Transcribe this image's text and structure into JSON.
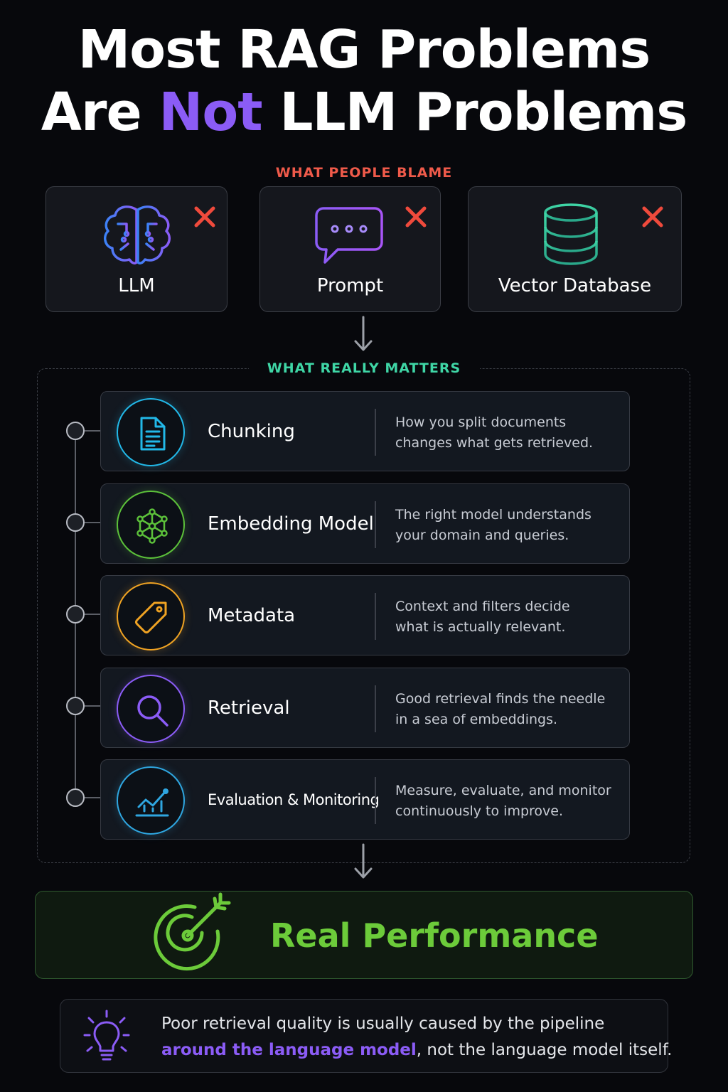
{
  "title": {
    "line1": "Most RAG Problems",
    "line2_before": "Are ",
    "line2_accent": "Not",
    "line2_after": " LLM Problems"
  },
  "blame": {
    "label": "WHAT PEOPLE BLAME",
    "label_color": "#ef5a4a",
    "items": [
      {
        "label": "LLM",
        "icon": "brain-icon"
      },
      {
        "label": "Prompt",
        "icon": "chat-bubble-icon"
      },
      {
        "label": "Vector Database",
        "icon": "database-icon"
      }
    ]
  },
  "matters": {
    "label": "WHAT REALLY MATTERS",
    "label_color": "#3fd6a6",
    "steps": [
      {
        "name": "Chunking",
        "desc1": "How you split documents",
        "desc2": "changes what gets retrieved.",
        "icon": "document-icon",
        "color": "#22b8e8"
      },
      {
        "name": "Embedding Model",
        "desc1": "The right model understands",
        "desc2": "your domain and queries.",
        "icon": "network-icon",
        "color": "#5cc13a"
      },
      {
        "name": "Metadata",
        "desc1": "Context and filters decide",
        "desc2": "what is actually relevant.",
        "icon": "tag-icon",
        "color": "#f0a323"
      },
      {
        "name": "Retrieval",
        "desc1": "Good retrieval finds the needle",
        "desc2": "in a sea of embeddings.",
        "icon": "search-icon",
        "color": "#8b5cf6"
      },
      {
        "name": "Evaluation & Monitoring",
        "desc1": "Measure, evaluate, and monitor",
        "desc2": "continuously to improve.",
        "icon": "chart-trend-icon",
        "color": "#2fa6e0"
      }
    ]
  },
  "performance": {
    "label": "Real Performance",
    "icon": "target-icon",
    "color": "#6ccb3a"
  },
  "note": {
    "line1": "Poor retrieval quality is usually caused by the pipeline",
    "highlight": "around the language model",
    "line2_rest": ", not the language model itself.",
    "icon": "lightbulb-icon"
  }
}
